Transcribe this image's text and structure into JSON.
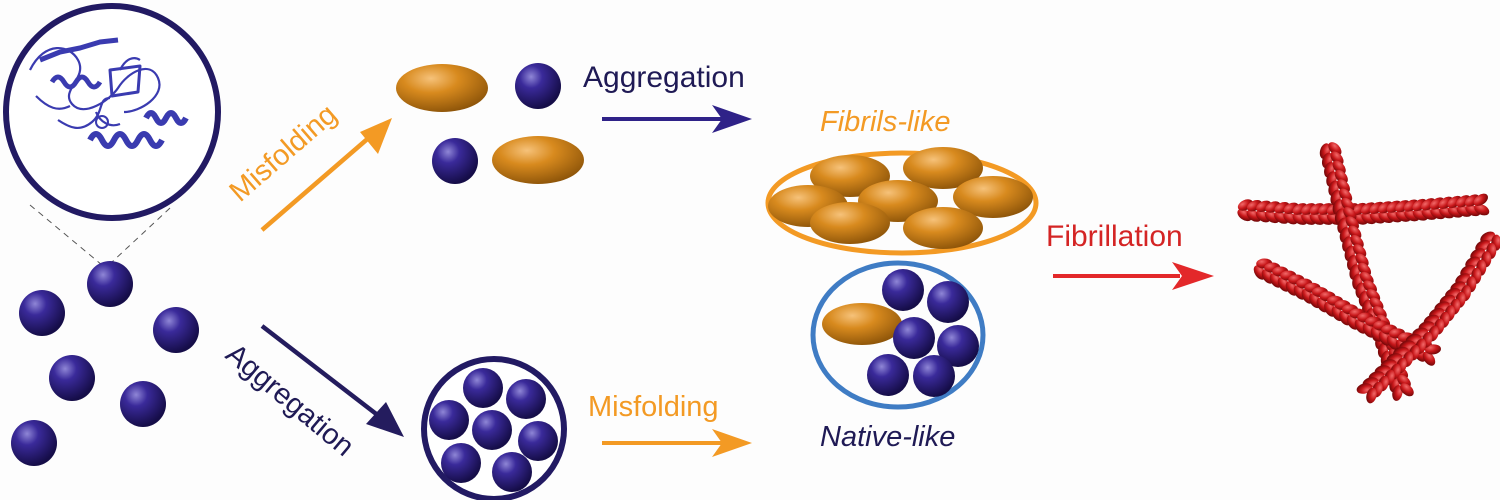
{
  "labels": {
    "misfolding_top": "Misfolding",
    "aggregation_top": "Aggregation",
    "fibrils_like": "Fibrils-like",
    "native_like": "Native-like",
    "fibrillation": "Fibrillation",
    "aggregation_bottom": "Aggregation",
    "misfolding_bottom": "Misfolding"
  },
  "colors": {
    "navy": "#2a1f6e",
    "monomer": "#2b1c7a",
    "orange": "#f39a24",
    "oblate": "#d98a1c",
    "blue_ring": "#3f7cc4",
    "red": "#e3282a",
    "fibril": "#c0181a",
    "protein": "#3a3bb0"
  }
}
